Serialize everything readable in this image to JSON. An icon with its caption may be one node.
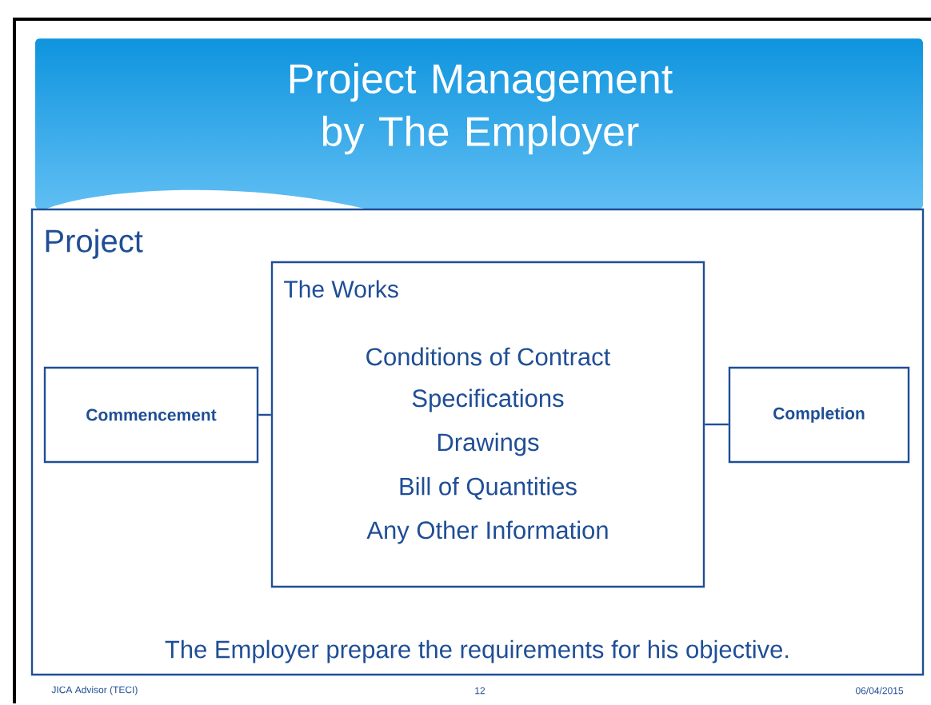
{
  "diagram": {
    "title": "Project Management by The Employer",
    "nodes": [
      {
        "text": [
          "Project",
          "The Employer prepare the requirements for his objective."
        ]
      },
      {
        "text": [
          "The Works",
          "Conditions of Contract",
          "Specifications",
          "Drawings",
          "Bill of Quantities",
          "Any Other Information"
        ],
        "in": 0
      },
      {
        "text": [
          "Commencement"
        ],
        "in": 0
      },
      {
        "text": [
          "Completion"
        ],
        "in": 0
      }
    ],
    "edges": [
      {
        "from": 2,
        "to": 1,
        "arrow": "none"
      },
      {
        "from": 1,
        "to": 3,
        "arrow": "none"
      }
    ],
    "labels": [
      "JICA Advisor (TECI)",
      "12",
      "06/04/2015"
    ]
  }
}
